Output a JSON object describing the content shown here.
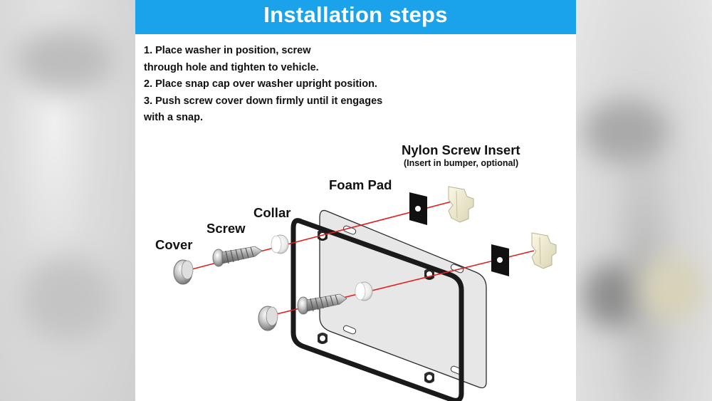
{
  "banner": {
    "title": "Installation steps",
    "color": "#1aa3ea"
  },
  "instructions": [
    "1. Place washer in position, screw",
    "through hole and tighten to vehicle.",
    "2. Place snap cap over washer upright position.",
    "3. Push screw cover down firmly until it engages",
    "with a snap."
  ],
  "labels": {
    "cover": "Cover",
    "screw": "Screw",
    "collar": "Collar",
    "foam_pad": "Foam Pad",
    "nylon_insert": "Nylon Screw Insert",
    "nylon_insert_note": "(Insert in bumper, optional)"
  },
  "colors": {
    "guide_line": "#e02020",
    "frame": "#1a1a1a",
    "plate": "#e3e3e3"
  }
}
